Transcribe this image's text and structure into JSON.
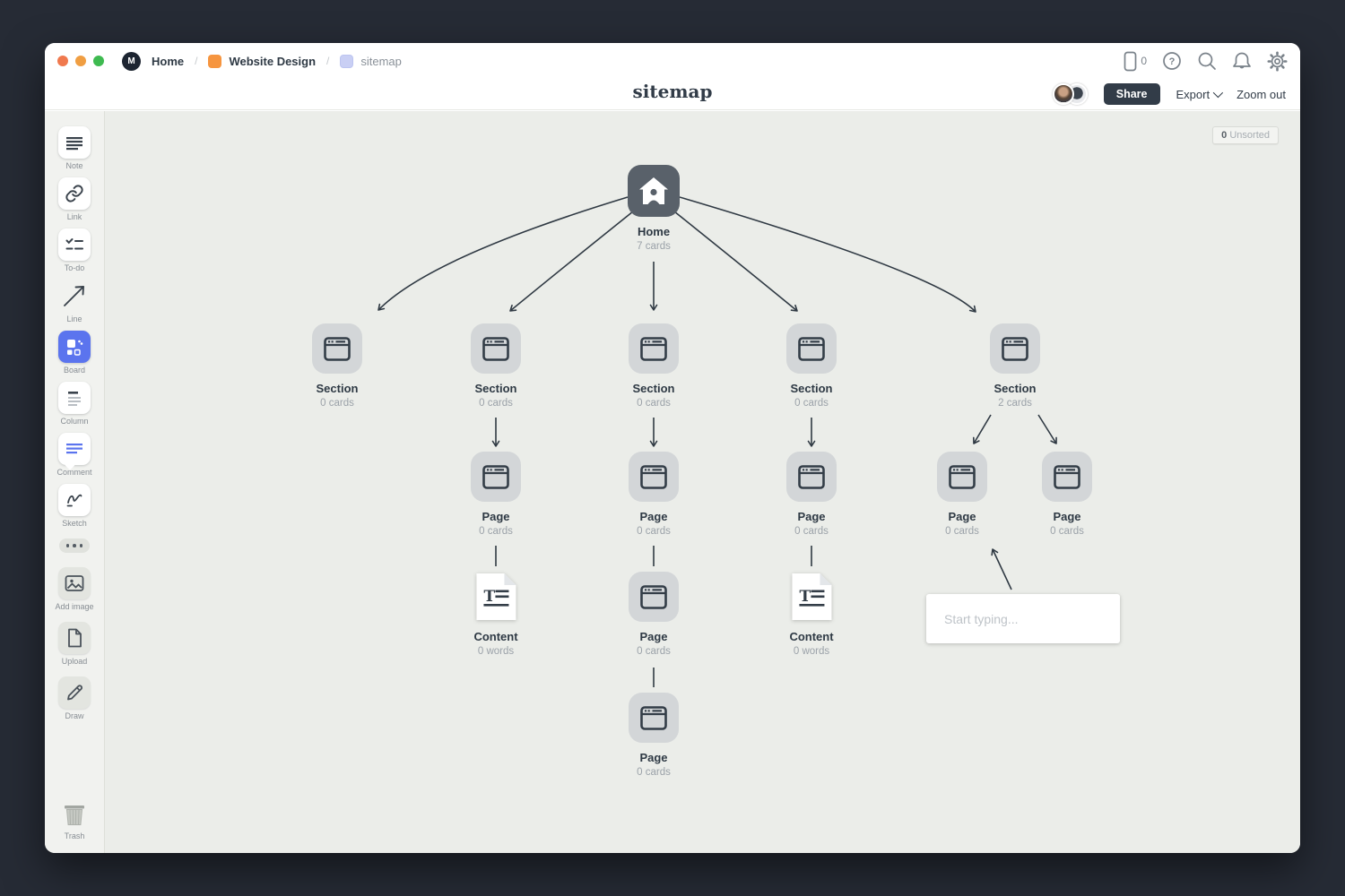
{
  "app": {
    "logo_letter": "M"
  },
  "titlebar": {
    "separator": "/",
    "breadcrumb": [
      {
        "label": "Home"
      },
      {
        "label": "Website Design"
      },
      {
        "label": "sitemap"
      }
    ],
    "device_count": "0"
  },
  "toolbar": {
    "board_title": "sitemap",
    "share_label": "Share",
    "export_label": "Export",
    "zoom_out_label": "Zoom out"
  },
  "sidebar": {
    "tools": [
      "Note",
      "Link",
      "To-do",
      "Line",
      "Board",
      "Column",
      "Comment",
      "Sketch"
    ],
    "selected_tool": "Board",
    "media_tools": [
      "Add image",
      "Upload",
      "Draw"
    ],
    "trash_label": "Trash"
  },
  "canvas": {
    "unsorted_count": "0",
    "unsorted_label": "Unsorted",
    "note_placeholder": "Start typing...",
    "nodes": [
      {
        "type": "home",
        "label": "Home",
        "sublabel": "7 cards"
      },
      {
        "type": "section",
        "label": "Section",
        "sublabel": "0 cards"
      },
      {
        "type": "section",
        "label": "Section",
        "sublabel": "0 cards"
      },
      {
        "type": "section",
        "label": "Section",
        "sublabel": "0 cards"
      },
      {
        "type": "section",
        "label": "Section",
        "sublabel": "0 cards"
      },
      {
        "type": "section",
        "label": "Section",
        "sublabel": "2 cards"
      },
      {
        "type": "page",
        "label": "Page",
        "sublabel": "0 cards"
      },
      {
        "type": "page",
        "label": "Page",
        "sublabel": "0 cards"
      },
      {
        "type": "page",
        "label": "Page",
        "sublabel": "0 cards"
      },
      {
        "type": "page",
        "label": "Page",
        "sublabel": "0 cards"
      },
      {
        "type": "page",
        "label": "Page",
        "sublabel": "0 cards"
      },
      {
        "type": "content",
        "label": "Content",
        "sublabel": "0 words"
      },
      {
        "type": "page",
        "label": "Page",
        "sublabel": "0 cards"
      },
      {
        "type": "content",
        "label": "Content",
        "sublabel": "0 words"
      },
      {
        "type": "page",
        "label": "Page",
        "sublabel": "0 cards"
      }
    ]
  },
  "colors": {
    "accent_blue": "#5B74EE",
    "node_dark": "#59616A",
    "node_gray": "#D3D6D8",
    "arrow": "#2F3943",
    "share_button": "#323C48",
    "breadcrumb_board_orange": "#F6953F",
    "breadcrumb_board_lavender": "#C9CFF4",
    "traffic_lights": [
      "#F0794E",
      "#F09E42",
      "#3EBA50"
    ],
    "canvas_background": "#EBEDE9"
  }
}
